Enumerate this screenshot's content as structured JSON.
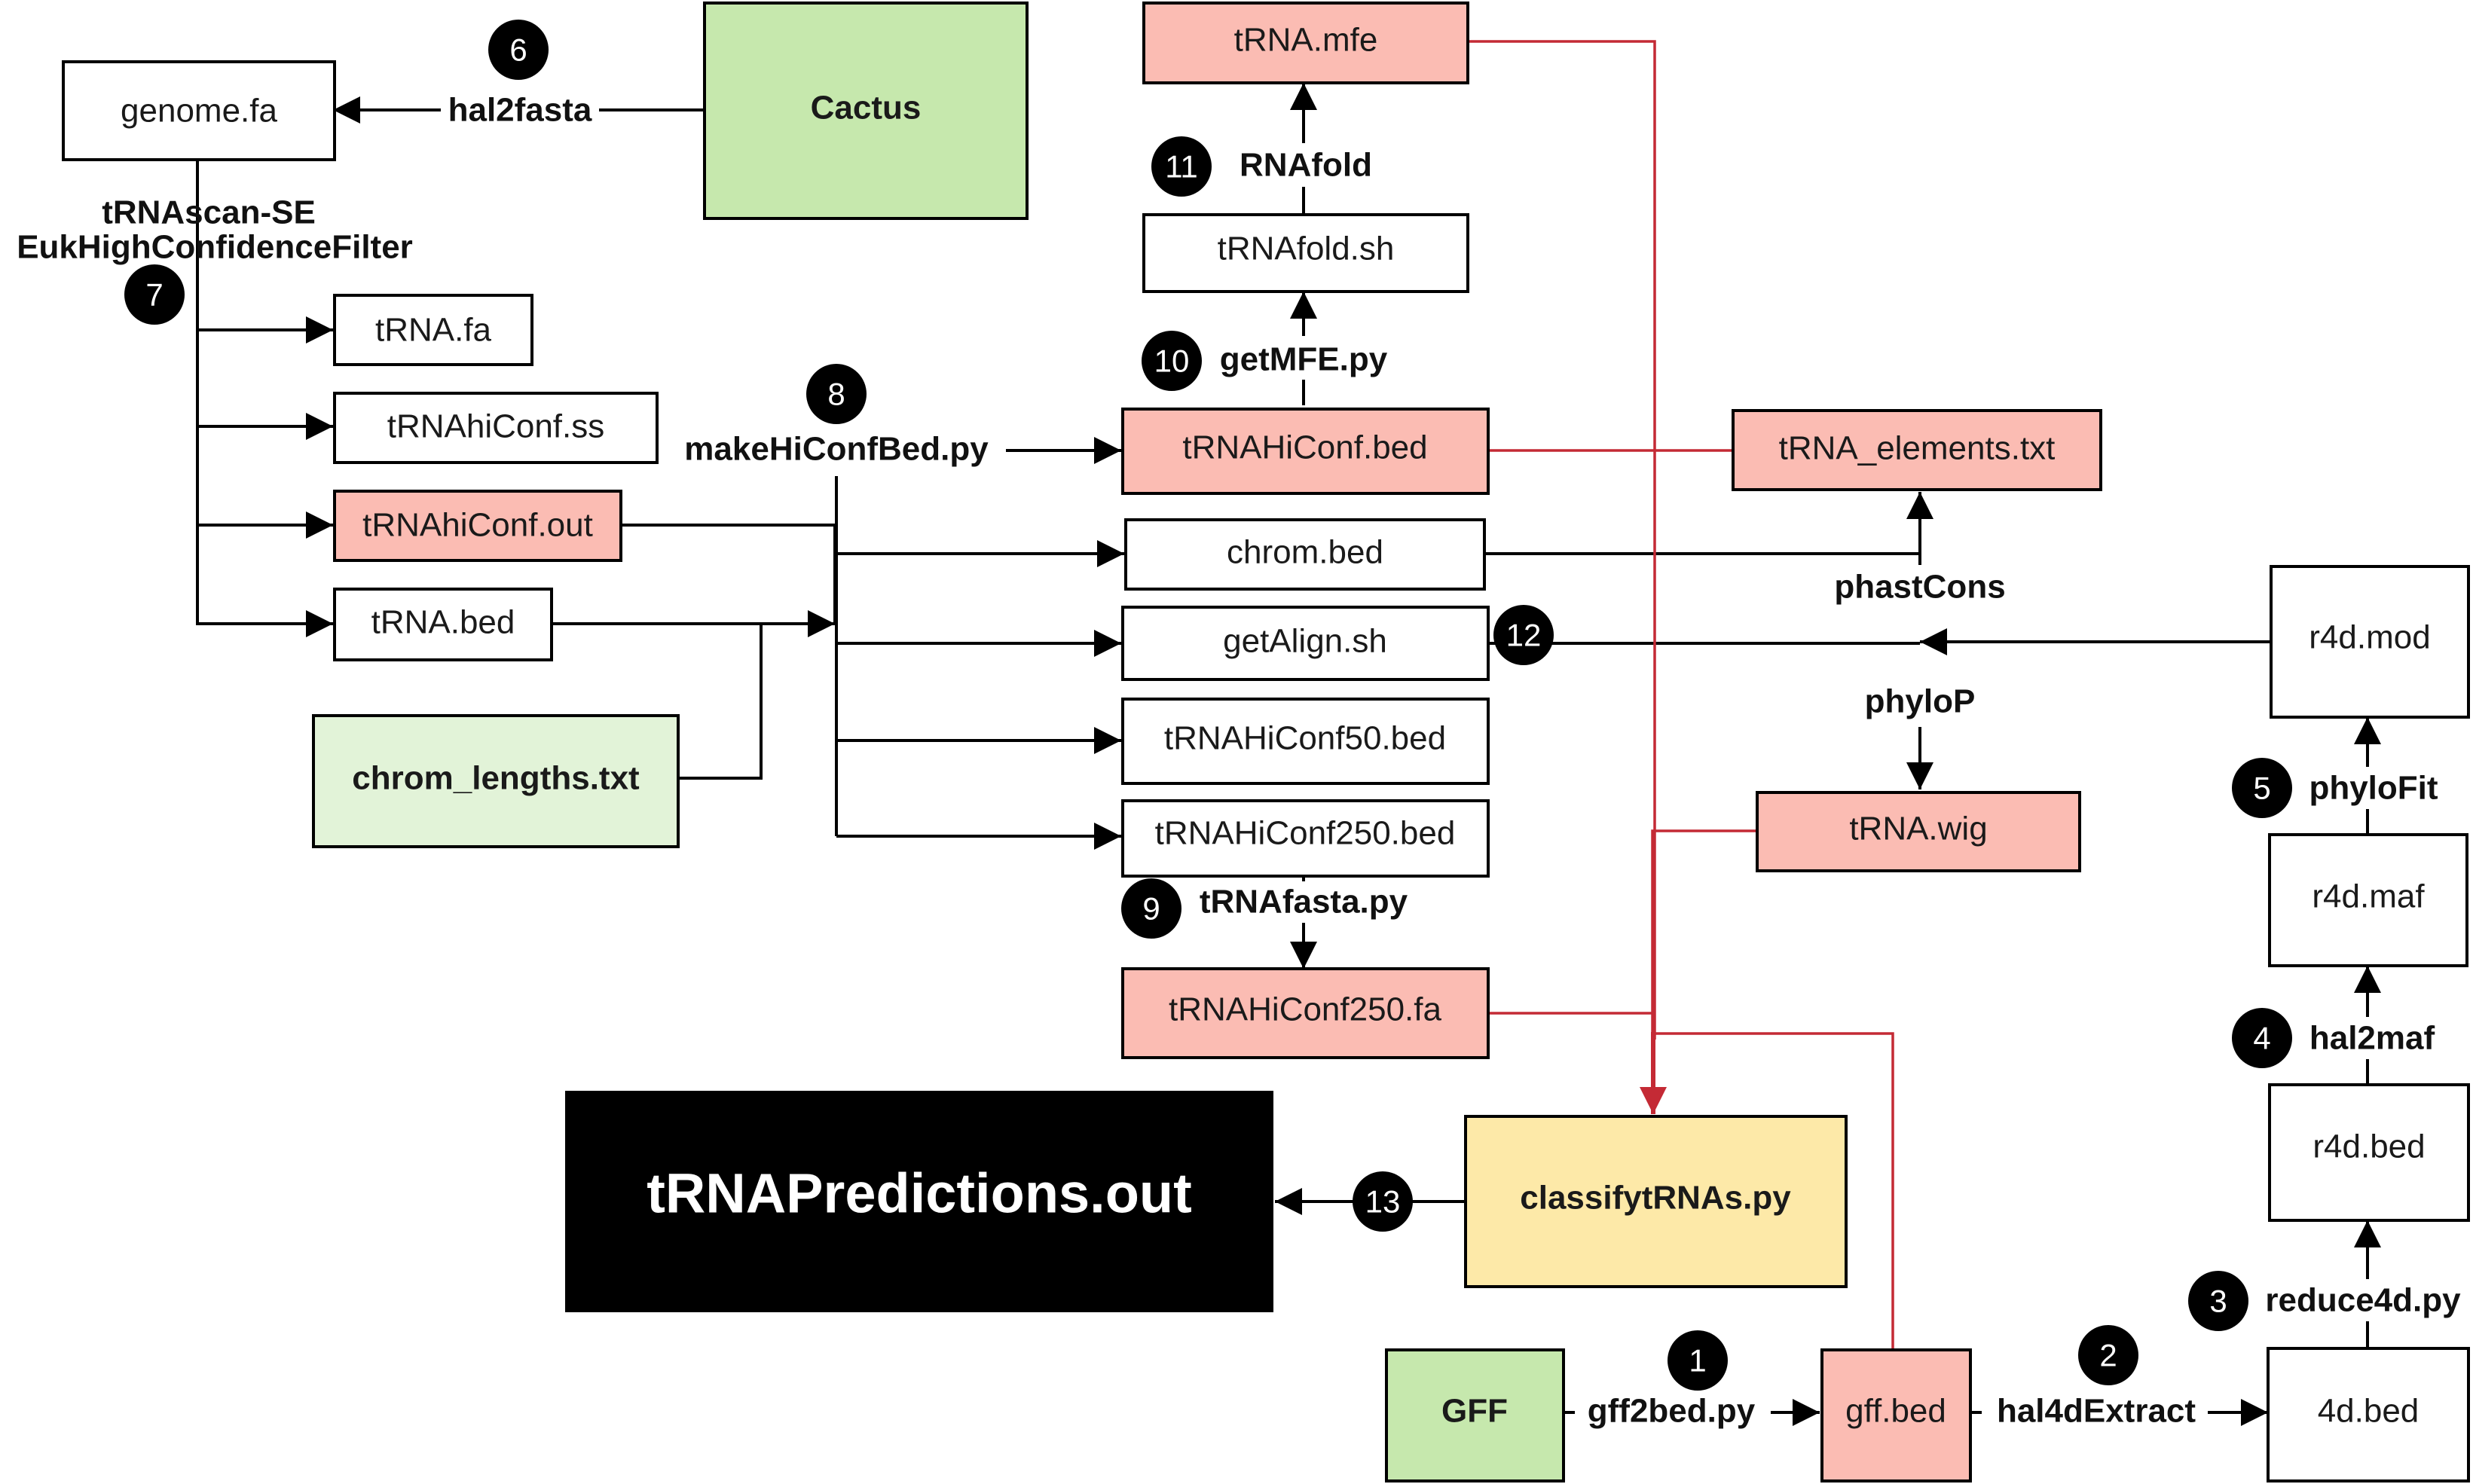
{
  "colors": {
    "output_red": "#fbbcb3",
    "input_green": "#c6e8ad",
    "input_green_light": "#e2f3d8",
    "script_yellow": "#fde9a8",
    "final_black": "#000000",
    "edge_black": "#000000",
    "edge_red": "#c42a35"
  },
  "nodes": {
    "genome": "genome.fa",
    "cactus": "Cactus",
    "trna_fa": "tRNA.fa",
    "trna_hiconf_ss": "tRNAhiConf.ss",
    "trna_hiconf_out": "tRNAhiConf.out",
    "trna_bed": "tRNA.bed",
    "chrom_lengths": "chrom_lengths.txt",
    "trna_mfe": "tRNA.mfe",
    "trnafold_sh": "tRNAfold.sh",
    "trna_hiconf_bed": "tRNAHiConf.bed",
    "chrom_bed": "chrom.bed",
    "getalign_sh": "getAlign.sh",
    "trna_hiconf50_bed": "tRNAHiConf50.bed",
    "trna_hiconf250_bed": "tRNAHiConf250.bed",
    "trna_hiconf250_fa": "tRNAHiConf250.fa",
    "trna_elements": "tRNA_elements.txt",
    "trna_wig": "tRNA.wig",
    "r4d_mod": "r4d.mod",
    "r4d_maf": "r4d.maf",
    "r4d_bed": "r4d.bed",
    "bed_4d": "4d.bed",
    "gff": "GFF",
    "gff_bed": "gff.bed",
    "classify": "classifytRNAs.py",
    "predictions": "tRNAPredictions.out"
  },
  "edge_labels": {
    "hal2fasta": "hal2fasta",
    "trnascan_1": "tRNAscan-SE",
    "trnascan_2": "EukHighConfidenceFilter",
    "makehiconf": "makeHiConfBed.py",
    "rnafold": "RNAfold",
    "getmfe": "getMFE.py",
    "trnafasta": "tRNAfasta.py",
    "phastcons": "phastCons",
    "phylop": "phyloP",
    "phylofit": "phyloFit",
    "hal2maf": "hal2maf",
    "reduce4d": "reduce4d.py",
    "hal4dextract": "hal4dExtract",
    "gff2bed": "gff2bed.py"
  },
  "steps": {
    "s1": "1",
    "s2": "2",
    "s3": "3",
    "s4": "4",
    "s5": "5",
    "s6": "6",
    "s7": "7",
    "s8": "8",
    "s9": "9",
    "s10": "10",
    "s11": "11",
    "s12": "12",
    "s13": "13"
  }
}
